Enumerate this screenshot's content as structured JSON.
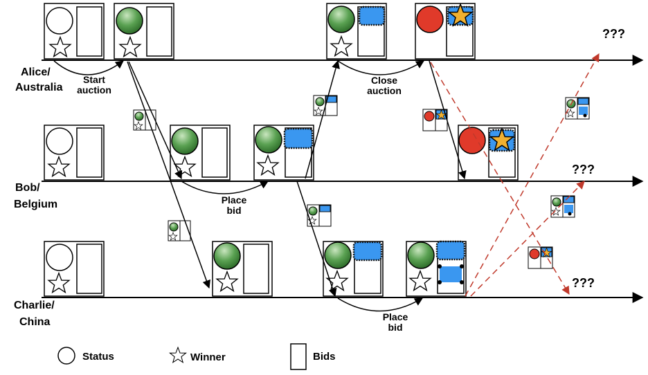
{
  "lanes": [
    {
      "line1": "Alice/",
      "line2": "Australia"
    },
    {
      "line1": "Bob/",
      "line2": "Belgium"
    },
    {
      "line1": "Charlie/",
      "line2": "China"
    }
  ],
  "actions": {
    "start": {
      "line1": "Start",
      "line2": "auction"
    },
    "close": {
      "line1": "Close",
      "line2": "auction"
    },
    "bob_bid": {
      "line1": "Place",
      "line2": "bid"
    },
    "charlie_bid": {
      "line1": "Place",
      "line2": "bid"
    }
  },
  "unknown": "???",
  "legend": {
    "status": "Status",
    "winner": "Winner",
    "bids": "Bids"
  },
  "colors": {
    "timeline": "#000000",
    "status_open": "#3f8f3a",
    "status_closed": "#e03a2a",
    "bid": "#3a97f0",
    "winner_star": "#f0b030",
    "divergence_arrow": "#c0392b"
  }
}
